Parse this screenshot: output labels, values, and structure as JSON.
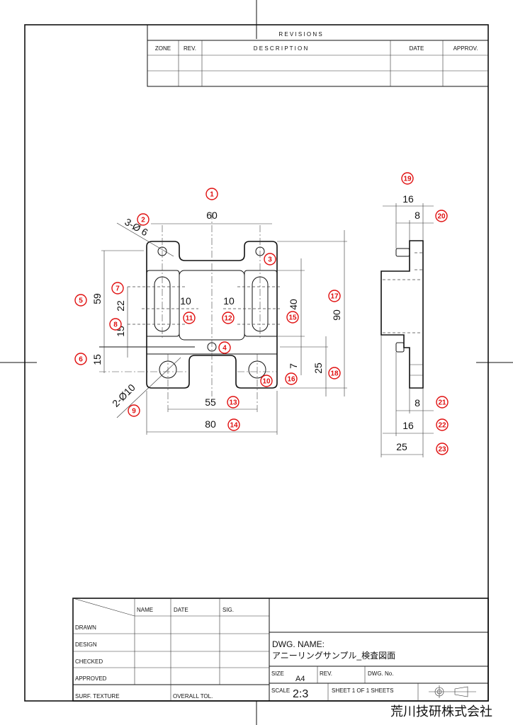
{
  "revisions": {
    "title": "R E V I S I O N S",
    "headers": [
      "ZONE",
      "REV.",
      "D E S C R I P T I O N",
      "DATE",
      "APPROV."
    ]
  },
  "front_view": {
    "dims": {
      "d60": "60",
      "d80": "80",
      "d55": "55",
      "d59": "59",
      "d15a": "15",
      "d22": "22",
      "d15b": "15",
      "d90": "90",
      "d40": "40",
      "d7": "7",
      "d25": "25",
      "d10a": "10",
      "d10b": "10",
      "hole_small": "3-Ø 6",
      "hole_large": "2-Ø10"
    }
  },
  "side_view": {
    "dims": {
      "d16_top": "16",
      "d8_top": "8",
      "d8_bot": "8",
      "d16_bot": "16",
      "d25": "25"
    }
  },
  "balloons": [
    "1",
    "2",
    "3",
    "4",
    "5",
    "6",
    "7",
    "8",
    "9",
    "10",
    "11",
    "12",
    "13",
    "14",
    "15",
    "16",
    "17",
    "18",
    "19",
    "20",
    "21",
    "22",
    "23"
  ],
  "balloon_color": "#e01010",
  "title_block": {
    "headers": [
      "NAME",
      "DATE",
      "SIG."
    ],
    "rows": [
      "DRAWN",
      "DESIGN",
      "CHECKED",
      "APPROVED"
    ],
    "surf_texture": "SURF. TEXTURE",
    "overall_tol": "OVERALL TOL.",
    "dwg_name_label": "DWG. NAME:",
    "dwg_name": "アニーリングサンプル_検査図面",
    "size_label": "SIZE",
    "size": "A4",
    "rev_label": "REV.",
    "dwg_no_label": "DWG. No.",
    "scale_label": "SCALE",
    "scale": "2:3",
    "sheet": "SHEET 1 OF 1 SHEETS",
    "projection_symbol": "third-angle-projection-icon"
  },
  "company": "荒川技研株式会社"
}
